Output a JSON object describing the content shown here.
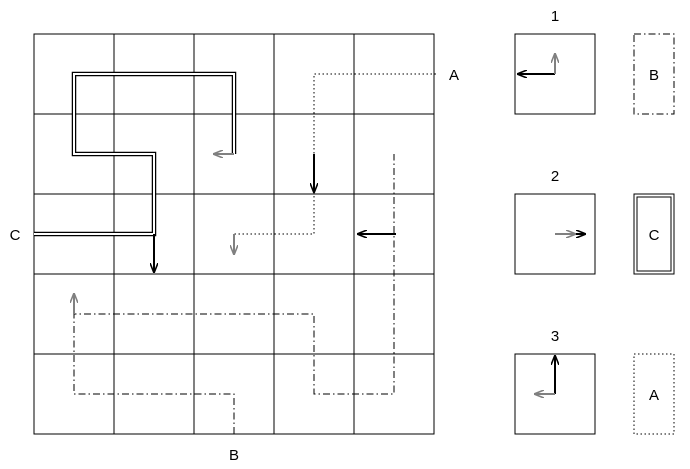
{
  "grid": {
    "rows": 5,
    "cols": 5
  },
  "labels": {
    "path_a_end": "A",
    "path_b_end": "B",
    "path_c_end": "C"
  },
  "legend": [
    {
      "number": "1",
      "key_label": "B",
      "key_style": "dash-dot"
    },
    {
      "number": "2",
      "key_label": "C",
      "key_style": "double"
    },
    {
      "number": "3",
      "key_label": "A",
      "key_style": "dotted"
    }
  ],
  "colors": {
    "dark_arrow": "#000000",
    "gray_arrow": "#808080",
    "line": "#000000"
  }
}
